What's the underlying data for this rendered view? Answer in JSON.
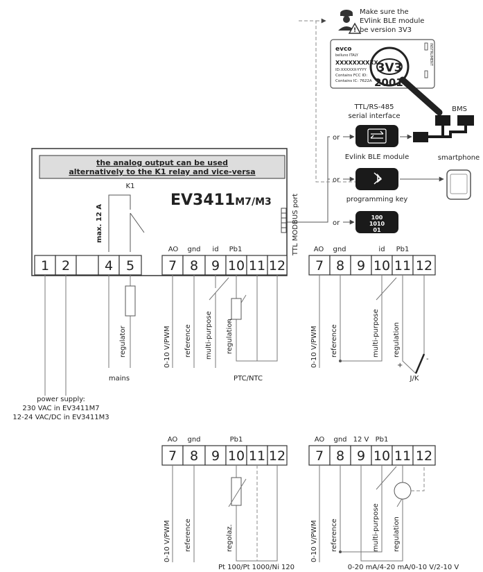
{
  "warning": {
    "line1": "Make sure the",
    "line2": "EVlink BLE module",
    "line3": "be version 3V3"
  },
  "label_card": {
    "brand": "evco",
    "sub": "belluno ITALY",
    "code": "XXXXXXXXXX",
    "id": "ID:XXXXXX-YYYY",
    "fcc": "Contains FCC ID:",
    "ic": "Contains IC: 7622A",
    "version": "3V3",
    "year": "2001",
    "side": "INSTRUMENT"
  },
  "ttl_label": {
    "line1": "TTL/RS-485",
    "line2": "serial interface"
  },
  "bms": "BMS",
  "or": "or",
  "evlink": "Evlink BLE module",
  "smartphone": "smartphone",
  "programming_key": "programming key",
  "binary": {
    "l1": "100",
    "l2": "1010",
    "l3": "01"
  },
  "device": {
    "notice_line1": "the analog output can be used",
    "notice_line2": "alternatively to the K1 relay and vice-versa",
    "model_main": "EV3411",
    "model_suffix": "M7/M3",
    "relay": "K1",
    "max_current": "max. 12 A",
    "port": "TTL MODBUS port",
    "term_labels": {
      "ao": "AO",
      "gnd": "gnd",
      "id": "id",
      "pb1": "Pb1"
    },
    "terminals": [
      "1",
      "2",
      "",
      "4",
      "5",
      "7",
      "8",
      "9",
      "10",
      "11",
      "12"
    ]
  },
  "main_wires": {
    "ao": "0-10 V/PWM",
    "reference": "reference",
    "multi": "multi-purpose",
    "regulation": "regulation",
    "regulator": "regulator",
    "mains": "mains",
    "ptc": "PTC/NTC"
  },
  "power": {
    "l1": "power supply:",
    "l2": "230 VAC in EV3411M7",
    "l3": "12-24 VAC/DC in EV3411M3"
  },
  "tc_block": {
    "headers": {
      "ao": "AO",
      "gnd": "gnd",
      "id": "id",
      "pb1": "Pb1"
    },
    "terminals": [
      "7",
      "8",
      "9",
      "10",
      "11",
      "12"
    ],
    "wires": {
      "ao": "0-10 V/PWM",
      "reference": "reference",
      "multi": "multi-purpose",
      "regulation": "regulation",
      "plus": "+",
      "minus": "-"
    },
    "caption": "J/K"
  },
  "pt_block": {
    "headers": {
      "ao": "AO",
      "gnd": "gnd",
      "pb1": "Pb1"
    },
    "terminals": [
      "7",
      "8",
      "9",
      "10",
      "11",
      "12"
    ],
    "wires": {
      "ao": "0-10 V/PWM",
      "reference": "reference",
      "regolaz": "regolaz."
    },
    "caption": "Pt 100/Pt 1000/Ni 120"
  },
  "tr_block": {
    "headers": {
      "ao": "AO",
      "gnd": "gnd",
      "v12": "12 V",
      "pb1": "Pb1"
    },
    "terminals": [
      "7",
      "8",
      "9",
      "10",
      "11",
      "12"
    ],
    "wires": {
      "ao": "0-10 V/PWM",
      "reference": "reference",
      "multi": "multi-purpose",
      "regulation": "regulation"
    },
    "caption": "0-20 mA/4-20 mA/0-10 V/2-10 V"
  }
}
